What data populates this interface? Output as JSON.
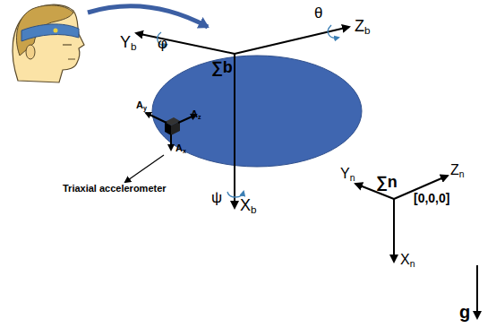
{
  "diagram": {
    "labels": [
      "Yb",
      "φ",
      "∑b",
      "θ",
      "Zb",
      "Ay",
      "Az",
      "Ax",
      "Triaxial accelerometer",
      "ψ",
      "Xb",
      "Yn",
      "∑n",
      "Zn",
      "[0,0,0]",
      "Xn",
      "g"
    ]
  }
}
